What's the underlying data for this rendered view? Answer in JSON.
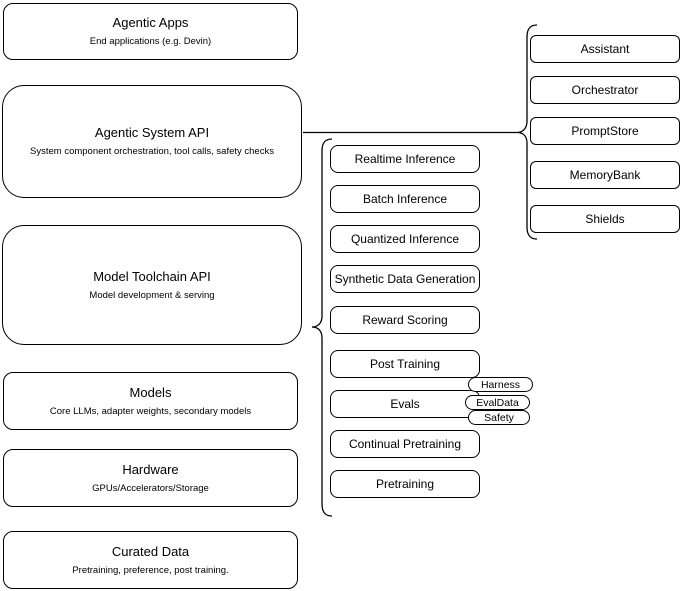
{
  "colors": {
    "stroke": "#000000",
    "fill": "#ffffff",
    "text": "#000000"
  },
  "layers": [
    {
      "title": "Agentic Apps",
      "subtitle": "End applications (e.g. Devin)"
    },
    {
      "title": "Agentic System API",
      "subtitle": "System component orchestration, tool calls, safety checks"
    },
    {
      "title": "Model Toolchain API",
      "subtitle": "Model development & serving"
    },
    {
      "title": "Models",
      "subtitle": "Core LLMs, adapter weights, secondary models"
    },
    {
      "title": "Hardware",
      "subtitle": "GPUs/Accelerators/Storage"
    },
    {
      "title": "Curated Data",
      "subtitle": "Pretraining, preference, post training."
    }
  ],
  "toolchain_items": [
    "Realtime Inference",
    "Batch Inference",
    "Quantized Inference",
    "Synthetic Data Generation",
    "Reward Scoring",
    "Post Training",
    "Evals",
    "Continual Pretraining",
    "Pretraining"
  ],
  "evals_tags": [
    "Harness",
    "EvalData",
    "Safety"
  ],
  "system_components": [
    "Assistant",
    "Orchestrator",
    "PromptStore",
    "MemoryBank",
    "Shields"
  ]
}
